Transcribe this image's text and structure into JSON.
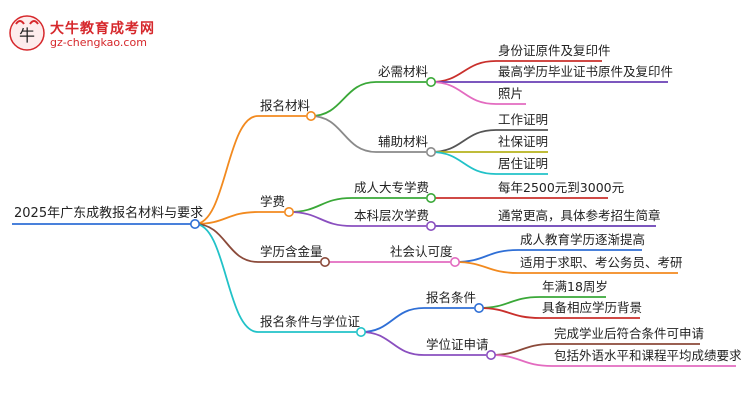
{
  "header": {
    "logo_icon": "bull-mascot-icon",
    "site_name": "大牛教育成考网",
    "site_url": "gz-chengkao.com"
  },
  "mindmap": {
    "root": "2025年广东成教报名材料与要求",
    "branches": [
      {
        "id": "b1",
        "label": "报名材料",
        "color": "#f28a1f",
        "children": [
          {
            "id": "b1a",
            "label": "必需材料",
            "color": "#3aa838",
            "leaves": [
              {
                "label": "身份证原件及复印件",
                "color": "#c9302c"
              },
              {
                "label": "最高学历毕业证书原件及复印件",
                "color": "#6a3fb5"
              },
              {
                "label": "照片",
                "color": "#e36bc0"
              }
            ]
          },
          {
            "id": "b1b",
            "label": "辅助材料",
            "color": "#8a8a8a",
            "leaves": [
              {
                "label": "工作证明",
                "color": "#555555"
              },
              {
                "label": "社保证明",
                "color": "#b6b21e"
              },
              {
                "label": "居住证明",
                "color": "#22c2c8"
              }
            ]
          }
        ]
      },
      {
        "id": "b2",
        "label": "学费",
        "color": "#f28a1f",
        "children": [
          {
            "id": "b2a",
            "label": "成人大专学费",
            "color": "#3aa838",
            "leaves": [
              {
                "label": "每年2500元到3000元",
                "color": "#c9302c"
              }
            ]
          },
          {
            "id": "b2b",
            "label": "本科层次学费",
            "color": "#8a4fbf",
            "leaves": [
              {
                "label": "通常更高，具体参考招生简章",
                "color": "#6a3fb5"
              }
            ]
          }
        ]
      },
      {
        "id": "b3",
        "label": "学历含金量",
        "color": "#8b4a3a",
        "children": [
          {
            "id": "b3a",
            "label": "社会认可度",
            "color": "#e36bc0",
            "leaves": [
              {
                "label": "成人教育学历逐渐提高",
                "color": "#2f6fd6"
              },
              {
                "label": "适用于求职、考公务员、考研",
                "color": "#f28a1f"
              }
            ]
          }
        ]
      },
      {
        "id": "b4",
        "label": "报名条件与学位证",
        "color": "#22c2c8",
        "children": [
          {
            "id": "b4a",
            "label": "报名条件",
            "color": "#2f6fd6",
            "leaves": [
              {
                "label": "年满18周岁",
                "color": "#3aa838"
              },
              {
                "label": "具备相应学历背景",
                "color": "#c9302c"
              }
            ]
          },
          {
            "id": "b4b",
            "label": "学位证申请",
            "color": "#8a4fbf",
            "leaves": [
              {
                "label": "完成学业后符合条件可申请",
                "color": "#8b4a3a"
              },
              {
                "label": "包括外语水平和课程平均成绩要求",
                "color": "#e36bc0"
              }
            ]
          }
        ]
      }
    ]
  },
  "colors": {
    "root_line": "#2f6fd6",
    "root_node": "#2f6fd6"
  }
}
